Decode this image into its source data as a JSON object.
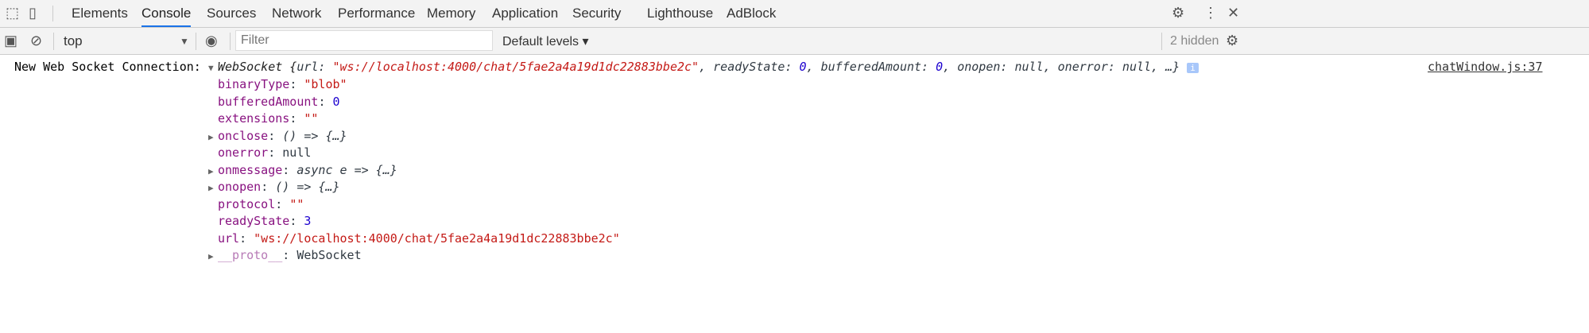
{
  "tabs": [
    "Elements",
    "Console",
    "Sources",
    "Network",
    "Performance",
    "Memory",
    "Application",
    "Security",
    "Lighthouse",
    "AdBlock"
  ],
  "active_tab": "Console",
  "toolbar": {
    "context": "top",
    "filter_placeholder": "Filter",
    "levels": "Default levels ▾",
    "hidden": "2 hidden"
  },
  "colors": {
    "accent": "#1a73e8",
    "key": "#881280",
    "string": "#c41a16",
    "number": "#1c00cf"
  },
  "log": {
    "label": "New Web Socket Connection:",
    "source": "chatWindow.js:37",
    "summary_prefix": "WebSocket {",
    "summary_url_key": "url: ",
    "summary_url": "\"ws://localhost:4000/chat/5fae2a4a19d1dc22883bbe2c\"",
    "summary_rest1": ", readyState: ",
    "summary_rs": "0",
    "summary_rest2": ", bufferedAmount: ",
    "summary_ba": "0",
    "summary_rest3": ", onopen: null, onerror: null, …}",
    "props": [
      {
        "key": "binaryType",
        "value": "\"blob\"",
        "kind": "s",
        "expand": false
      },
      {
        "key": "bufferedAmount",
        "value": "0",
        "kind": "n",
        "expand": false
      },
      {
        "key": "extensions",
        "value": "\"\"",
        "kind": "s",
        "expand": false
      },
      {
        "key": "onclose",
        "value": "() => {…}",
        "kind": "fn",
        "expand": true
      },
      {
        "key": "onerror",
        "value": "null",
        "kind": "g",
        "expand": false
      },
      {
        "key": "onmessage",
        "value": "async e => {…}",
        "kind": "fn",
        "expand": true
      },
      {
        "key": "onopen",
        "value": "() => {…}",
        "kind": "fn",
        "expand": true
      },
      {
        "key": "protocol",
        "value": "\"\"",
        "kind": "s",
        "expand": false
      },
      {
        "key": "readyState",
        "value": "3",
        "kind": "n",
        "expand": false
      },
      {
        "key": "url",
        "value": "\"ws://localhost:4000/chat/5fae2a4a19d1dc22883bbe2c\"",
        "kind": "s",
        "expand": false
      },
      {
        "key": "__proto__",
        "value": "WebSocket",
        "kind": "g",
        "expand": true,
        "proto": true
      }
    ]
  }
}
